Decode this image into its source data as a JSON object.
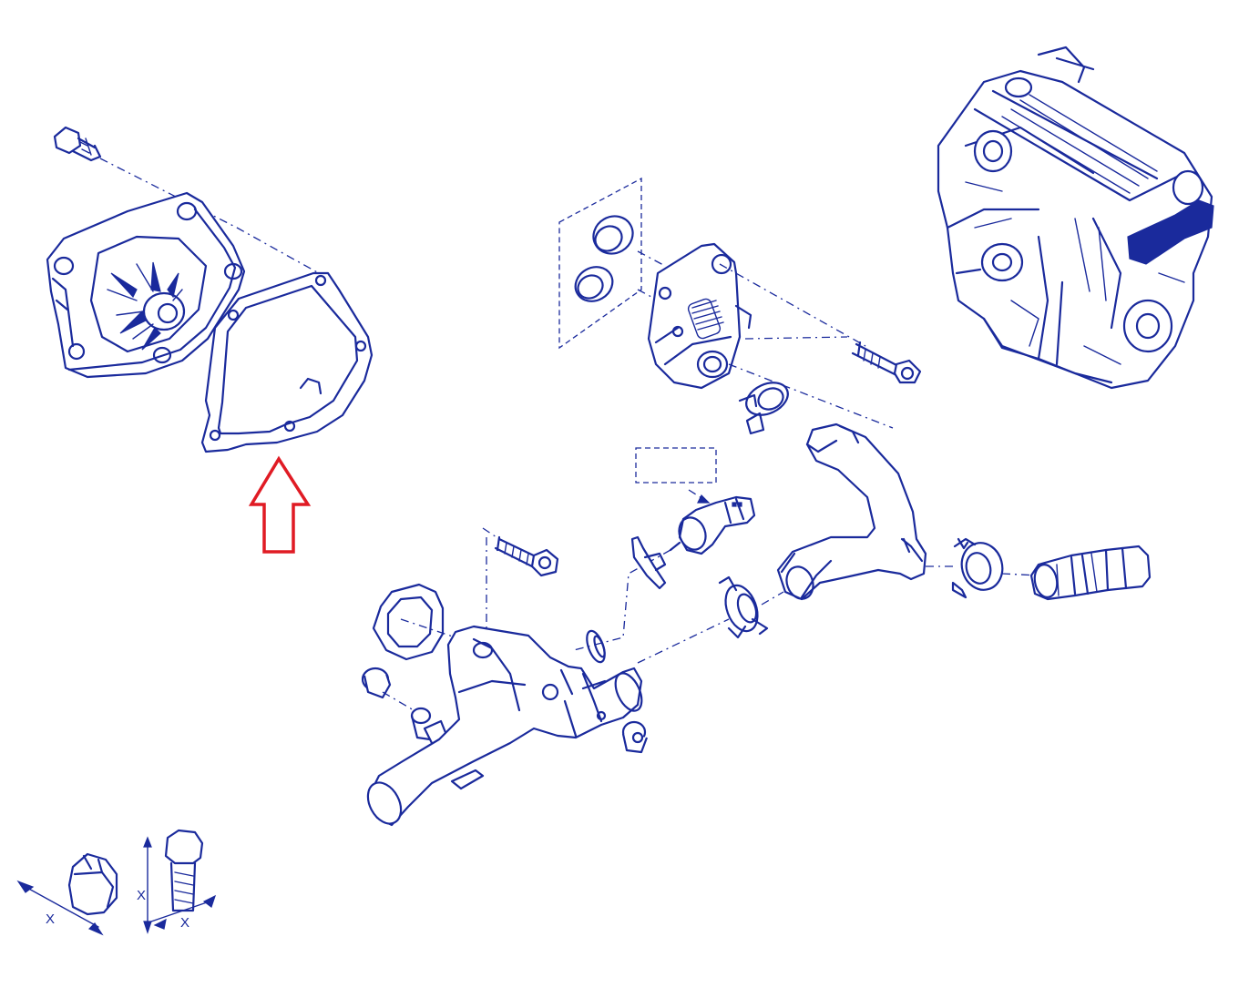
{
  "colors": {
    "line": "#1a2a9c",
    "highlight": "#e01b24",
    "background": "#ffffff"
  },
  "legend": {
    "clamp_dimension_label": "X",
    "bolt_height_label": "X",
    "bolt_width_label": "X"
  },
  "icons": {
    "highlight": "up-arrow-outline-icon"
  }
}
